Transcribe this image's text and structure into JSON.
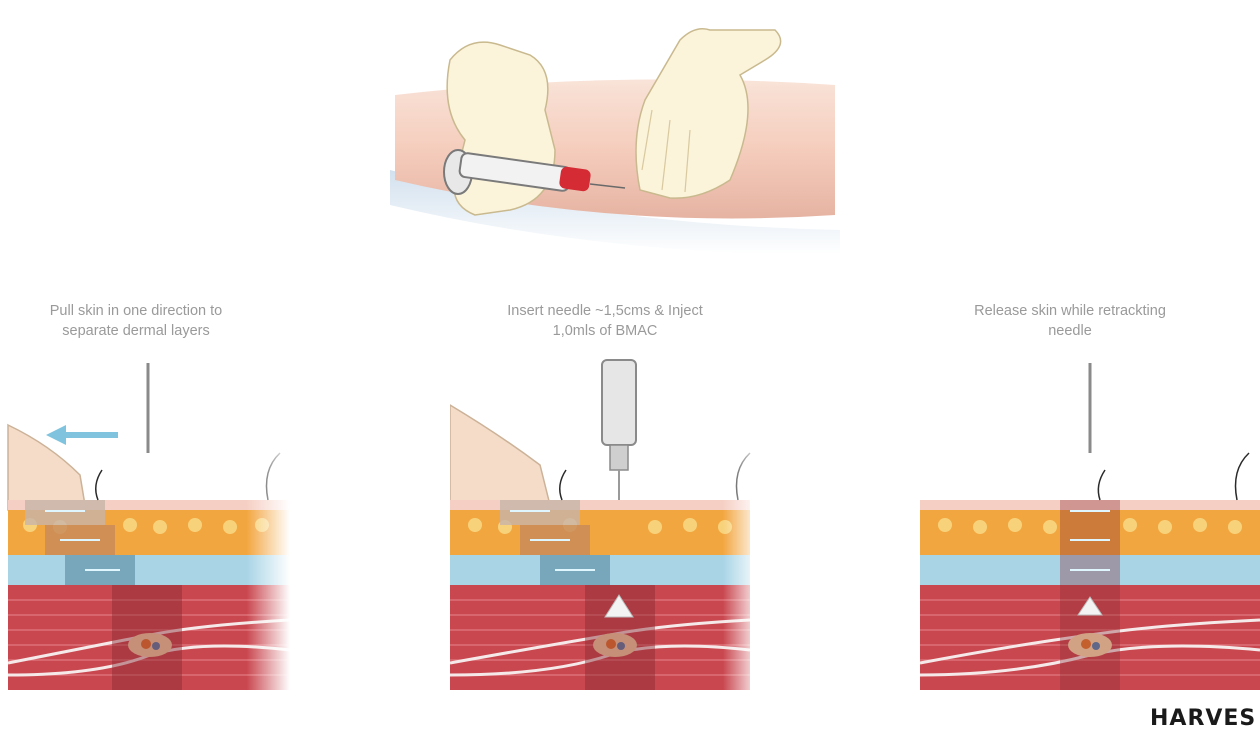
{
  "top_illustration": {
    "icon": "syringe-injection-arm-icon"
  },
  "panels": [
    {
      "caption_line1": "Pull skin in one direction to",
      "caption_line2": "separate dermal layers"
    },
    {
      "caption_line1": "Insert needle ~1,5cms & Inject",
      "caption_line2": "1,0mls of BMAC"
    },
    {
      "caption_line1": "Release skin while retrackting",
      "caption_line2": "needle"
    }
  ],
  "brand": {
    "text": "HARVES"
  },
  "colors": {
    "caption": "#9a9a9a",
    "skin": "#f3c5b4",
    "fat": "#f2a640",
    "fascia": "#a8d4e6",
    "muscle": "#c9474f",
    "arrow": "#7fc3df"
  }
}
